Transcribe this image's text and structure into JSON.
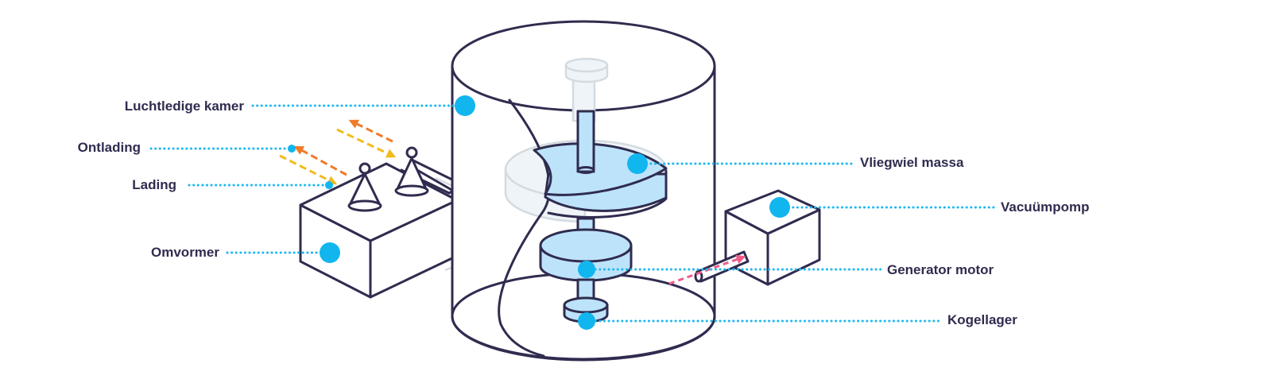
{
  "labels": {
    "vacuum_chamber": "Luchtledige kamer",
    "discharge": "Ontlading",
    "charge": "Lading",
    "converter": "Omvormer",
    "flywheel_mass": "Vliegwiel massa",
    "vacuum_pump": "Vacuümpomp",
    "generator_motor": "Generator motor",
    "ball_bearing": "Kogellager"
  },
  "colors": {
    "outline": "#2f2c4f",
    "part_fill": "#bde3fb",
    "marker": "#12b6ef",
    "discharge_arrow": "#f07a2a",
    "charge_arrow": "#f2bb1e",
    "pump_flow_arrow": "#ef5d8a"
  }
}
